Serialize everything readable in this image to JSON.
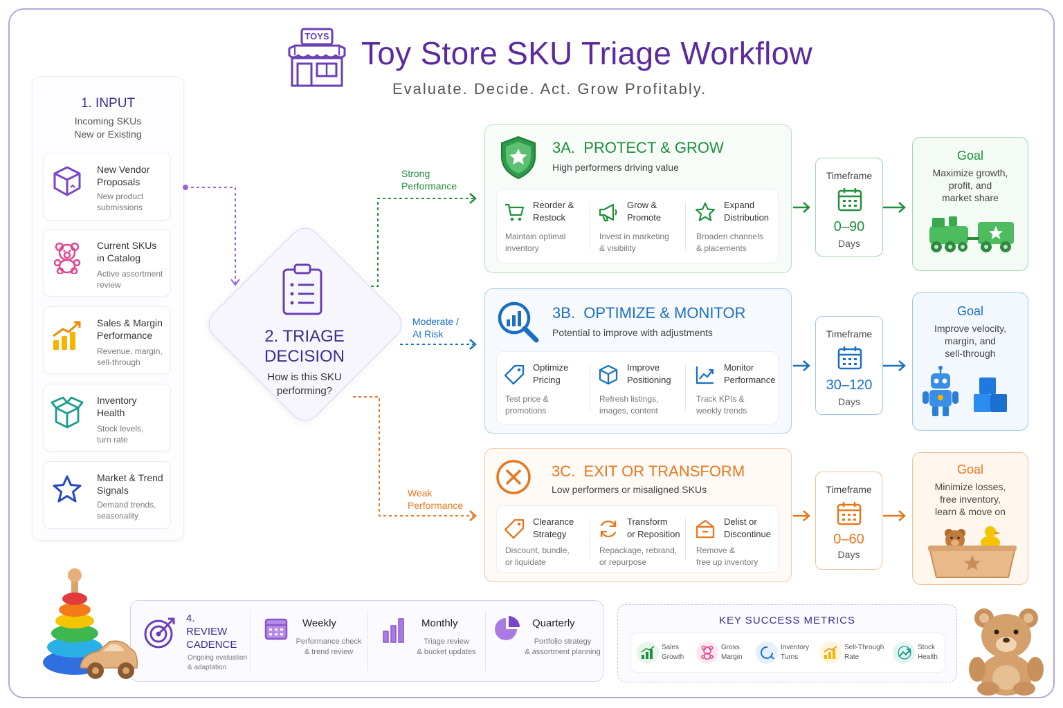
{
  "header": {
    "logo_text": "TOYS",
    "title": "Toy Store SKU Triage Workflow",
    "subtitle": "Evaluate. Decide. Act. Grow Profitably."
  },
  "input": {
    "heading": "1. INPUT",
    "sub1": "Incoming SKUs",
    "sub2": "New or Existing",
    "items": [
      {
        "title_l1": "New Vendor",
        "title_l2": "Proposals",
        "desc_l1": "New product",
        "desc_l2": "submissions",
        "icon": "cube-icon"
      },
      {
        "title_l1": "Current SKUs",
        "title_l2": "in Catalog",
        "desc_l1": "Active assortment",
        "desc_l2": "review",
        "icon": "teddy-bear-icon"
      },
      {
        "title_l1": "Sales & Margin",
        "title_l2": "Performance",
        "desc_l1": "Revenue, margin,",
        "desc_l2": "sell-through",
        "icon": "growth-chart-icon"
      },
      {
        "title_l1": "Inventory",
        "title_l2": "Health",
        "desc_l1": "Stock levels,",
        "desc_l2": "turn rate",
        "icon": "box-icon"
      },
      {
        "title_l1": "Market & Trend",
        "title_l2": "Signals",
        "desc_l1": "Demand trends,",
        "desc_l2": "seasonality",
        "icon": "star-icon"
      }
    ]
  },
  "triage": {
    "title_l1": "2. TRIAGE",
    "title_l2": "DECISION",
    "question_l1": "How is this SKU",
    "question_l2": "performing?",
    "labels": {
      "strong_l1": "Strong",
      "strong_l2": "Performance",
      "moderate_l1": "Moderate /",
      "moderate_l2": "At Risk",
      "weak_l1": "Weak",
      "weak_l2": "Performance"
    }
  },
  "branches": {
    "a": {
      "code": "3A.",
      "name": "PROTECT & GROW",
      "sub": "High performers driving value",
      "actions": [
        {
          "t1": "Reorder &",
          "t2": "Restock",
          "d1": "Maintain optimal",
          "d2": "inventory"
        },
        {
          "t1": "Grow &",
          "t2": "Promote",
          "d1": "Invest in marketing",
          "d2": "& visibility"
        },
        {
          "t1": "Expand",
          "t2": "Distribution",
          "d1": "Broaden channels",
          "d2": "& placements"
        }
      ],
      "timeframe": {
        "label": "Timeframe",
        "value": "0–90",
        "unit": "Days"
      },
      "goal": {
        "heading": "Goal",
        "l1": "Maximize growth,",
        "l2": "profit, and",
        "l3": "market share"
      }
    },
    "b": {
      "code": "3B.",
      "name": "OPTIMIZE & MONITOR",
      "sub": "Potential to improve with adjustments",
      "actions": [
        {
          "t1": "Optimize",
          "t2": "Pricing",
          "d1": "Test price &",
          "d2": "promotions"
        },
        {
          "t1": "Improve",
          "t2": "Positioning",
          "d1": "Refresh listings,",
          "d2": "images, content"
        },
        {
          "t1": "Monitor",
          "t2": "Performance",
          "d1": "Track KPIs &",
          "d2": "weekly trends"
        }
      ],
      "timeframe": {
        "label": "Timeframe",
        "value": "30–120",
        "unit": "Days"
      },
      "goal": {
        "heading": "Goal",
        "l1": "Improve velocity,",
        "l2": "margin, and",
        "l3": "sell-through"
      }
    },
    "c": {
      "code": "3C.",
      "name": "EXIT OR TRANSFORM",
      "sub": "Low performers or misaligned SKUs",
      "actions": [
        {
          "t1": "Clearance",
          "t2": "Strategy",
          "d1": "Discount, bundle,",
          "d2": "or liquidate"
        },
        {
          "t1": "Transform",
          "t2": "or Reposition",
          "d1": "Repackage, rebrand,",
          "d2": "or repurpose"
        },
        {
          "t1": "Delist or",
          "t2": "Discontinue",
          "d1": "Remove &",
          "d2": "free up inventory"
        }
      ],
      "timeframe": {
        "label": "Timeframe",
        "value": "0–60",
        "unit": "Days"
      },
      "goal": {
        "heading": "Goal",
        "l1": "Minimize losses,",
        "l2": "free inventory,",
        "l3": "learn & move on"
      }
    }
  },
  "cadence": {
    "num": "4.",
    "title_l1": "REVIEW",
    "title_l2": "CADENCE",
    "desc_l1": "Ongoing evaluation",
    "desc_l2": "& adaptation",
    "items": [
      {
        "name": "Weekly",
        "d1": "Performance check",
        "d2": "& trend review"
      },
      {
        "name": "Monthly",
        "d1": "Triage review",
        "d2": "& bucket updates"
      },
      {
        "name": "Quarterly",
        "d1": "Portfolio strategy",
        "d2": "& assortment planning"
      }
    ]
  },
  "metrics": {
    "heading": "KEY SUCCESS METRICS",
    "items": [
      {
        "l1": "Sales",
        "l2": "Growth"
      },
      {
        "l1": "Gross",
        "l2": "Margin"
      },
      {
        "l1": "Inventory",
        "l2": "Turns"
      },
      {
        "l1": "Sell-Through",
        "l2": "Rate"
      },
      {
        "l1": "Stock",
        "l2": "Health"
      }
    ]
  },
  "colors": {
    "purple": "#5b2a9e",
    "green": "#1f8f3a",
    "blue": "#1a6fc4",
    "orange": "#e8761c"
  }
}
